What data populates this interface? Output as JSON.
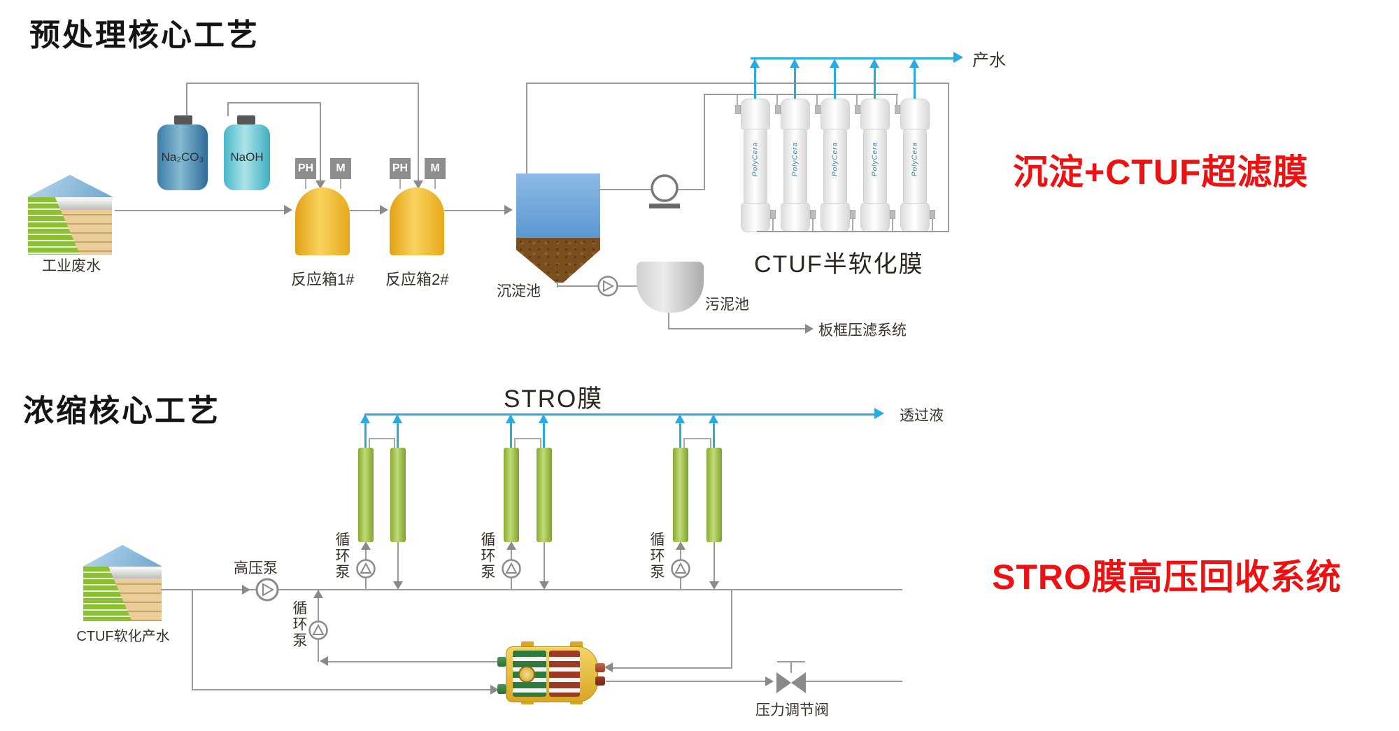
{
  "pre": {
    "title": "预处理核心工艺",
    "highlight": "沉淀+CTUF超滤膜",
    "source": "工业废水",
    "chem1": "Na₂CO₃",
    "chem2": "NaOH",
    "ph": "PH",
    "m": "M",
    "tank1": "反应箱1#",
    "tank2": "反应箱2#",
    "sed": "沉淀池",
    "sludge": "污泥池",
    "membrane_brand": "PolyCera",
    "membrane": "CTUF半软化膜",
    "product": "产水",
    "press": "板框压滤系统"
  },
  "conc": {
    "title": "浓缩核心工艺",
    "highlight": "STRO膜高压回收系统",
    "stro": "STRO膜",
    "permeate": "透过液",
    "source": "CTUF软化产水",
    "hp_pump": "高压泵",
    "circ_pump": "循环泵",
    "valve": "压力调节阀"
  },
  "colors": {
    "accent_red": "#ee1111",
    "permeate_blue": "#29abe2",
    "line_gray": "#9a9a9a",
    "stro_green": "#9cc245",
    "tank_gold": "#f0b52a"
  }
}
